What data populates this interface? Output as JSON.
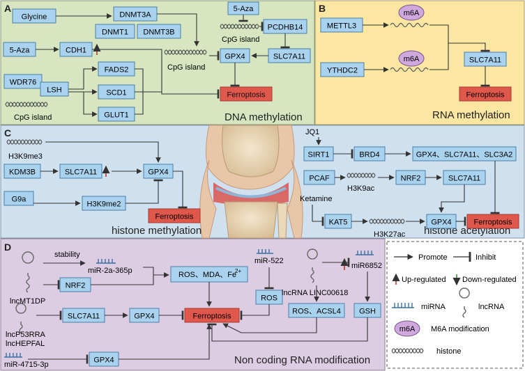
{
  "colors": {
    "panel_a": "#d7e6c0",
    "panel_b": "#fbe6a2",
    "panel_c": "#cfe0ef",
    "panel_d": "#dccde2",
    "box_fill": "#a9d2ee",
    "box_stroke": "#4a7fa8",
    "ferro_fill": "#e0574b",
    "ferro_stroke": "#a53b32",
    "m6a_fill": "#cfa9de",
    "up_arrow": "#c0392b",
    "down_arrow": "#3c8d3c",
    "line": "#333333"
  },
  "panels": {
    "a": {
      "letter": "A",
      "title": "DNA methylation"
    },
    "b": {
      "letter": "B",
      "title": "RNA methylation"
    },
    "c": {
      "letter": "C",
      "title_left": "histone methylation",
      "title_right": "histone acetylation"
    },
    "d": {
      "letter": "D",
      "title": "Non coding RNA modification"
    }
  },
  "panel_a": {
    "glycine": "Glycine",
    "dnmt3a": "DNMT3A",
    "dnmt1": "DNMT1",
    "dnmt3b": "DNMT3B",
    "aza_left": "5-Aza",
    "cdh1": "CDH1",
    "wdr76": "WDR76",
    "lsh": "LSH",
    "cpg_left": "CpG island",
    "fads2": "FADS2",
    "scd1": "SCD1",
    "glut1": "GLUT1",
    "cpg_mid": "CpG island",
    "aza_top": "5-Aza",
    "cpg_top": "CpG island",
    "pcdhb14": "PCDHB14",
    "slc7a11": "SLC7A11",
    "gpx4": "GPX4",
    "ferroptosis": "Ferroptosis"
  },
  "panel_b": {
    "mettl3": "METTL3",
    "ythdc2": "YTHDC2",
    "m6a_1": "m6A",
    "m6a_2": "m6A",
    "slc7a11": "SLC7A11",
    "ferroptosis": "Ferroptosis"
  },
  "panel_c": {
    "h3k9me3": "H3K9me3",
    "kdm3b": "KDM3B",
    "slc7a11": "SLC7A11",
    "gpx4": "GPX4",
    "g9a": "G9a",
    "h3k9me2": "H3K9me2",
    "ferroptosis_left": "Ferroptosis",
    "jq1": "JQ1",
    "sirt1": "SIRT1",
    "brd4": "BRD4",
    "targets": "GPX4、SLC7A11、SLC3A2",
    "pcaf": "PCAF",
    "h3k9ac": "H3K9ac",
    "nrf2": "NRF2",
    "slc7a11_right": "SLC7A11",
    "ketamine": "Ketamine",
    "kat5": "KAT5",
    "h3k27ac": "H3K27ac",
    "gpx4_right": "GPX4",
    "ferroptosis_right": "Ferroptosis"
  },
  "panel_d": {
    "stability": "stability",
    "mir2a": "miR-2a-365p",
    "lncmt1dp": "lncMT1DP",
    "nrf2": "NRF2",
    "ros_mda_fe": "ROS、MDA、Fe",
    "fe_charge": "2+",
    "mir522": "miR-522",
    "ros": "ROS",
    "lnc_linc": "lncRNA LINC00618",
    "mir6852": "miR6852",
    "ros_acsl4": "ROS、ACSL4",
    "gsh": "GSH",
    "lncp53rra": "lncP53RRA",
    "lnchepfal": "lncHEPFAL",
    "slc7a11": "SLC7A11",
    "gpx4": "GPX4",
    "ferroptosis": "Ferroptosis",
    "mir4715": "miR-4715-3p",
    "gpx4_bottom": "GPX4"
  },
  "legend": {
    "promote": "Promote",
    "inhibit": "Inhibit",
    "up": "Up-regulated",
    "down": "Down-regulated",
    "mirna": "miRNA",
    "lncrna": "lncRNA",
    "m6a_symbol": "m6A",
    "m6a_label": "M6A modification",
    "histone": "histone"
  }
}
